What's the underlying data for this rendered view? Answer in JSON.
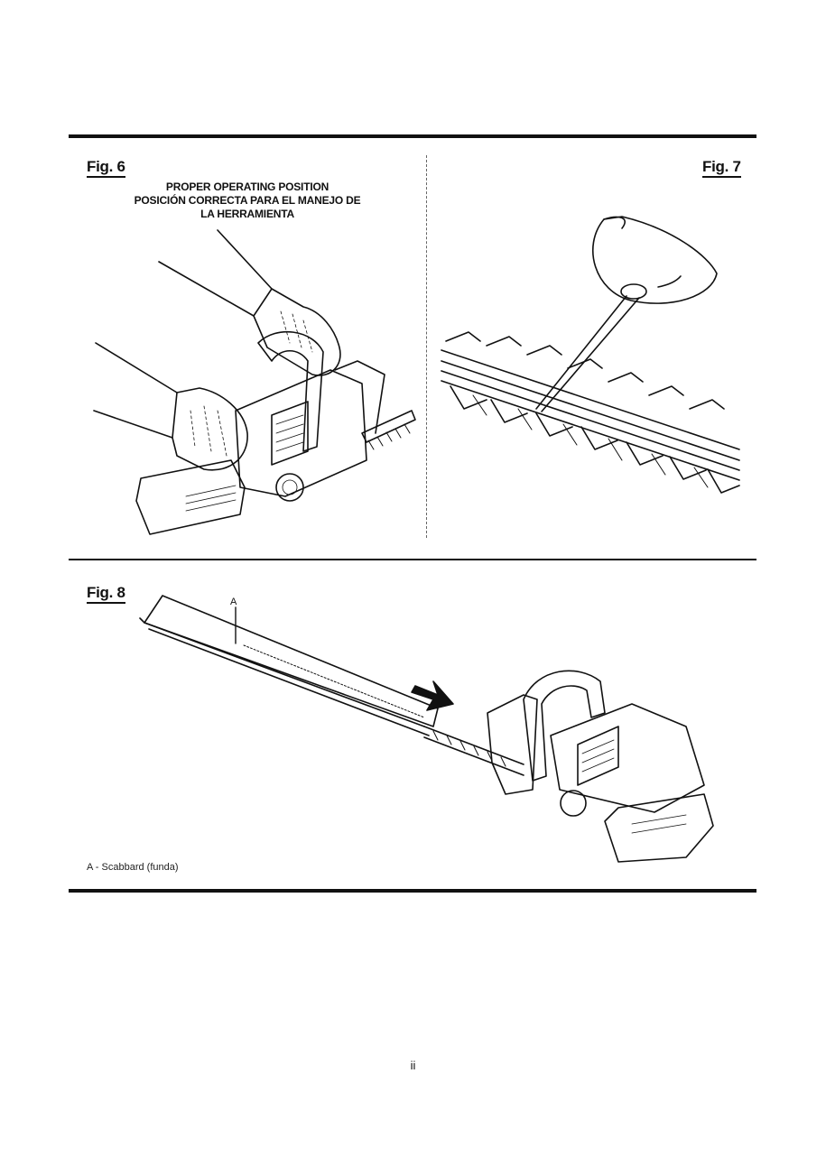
{
  "figures": {
    "fig6": {
      "label": "Fig. 6",
      "caption_lines": [
        "PROPER OPERATING POSITION",
        "POSICIÓN CORRECTA PARA EL MANEJO DE",
        "LA HERRAMIENTA"
      ]
    },
    "fig7": {
      "label": "Fig. 7"
    },
    "fig8": {
      "label": "Fig. 8",
      "callout": "A",
      "legend": "A - Scabbard (funda)"
    }
  },
  "page_number": "ii",
  "colors": {
    "ink": "#111111",
    "paper": "#ffffff"
  }
}
